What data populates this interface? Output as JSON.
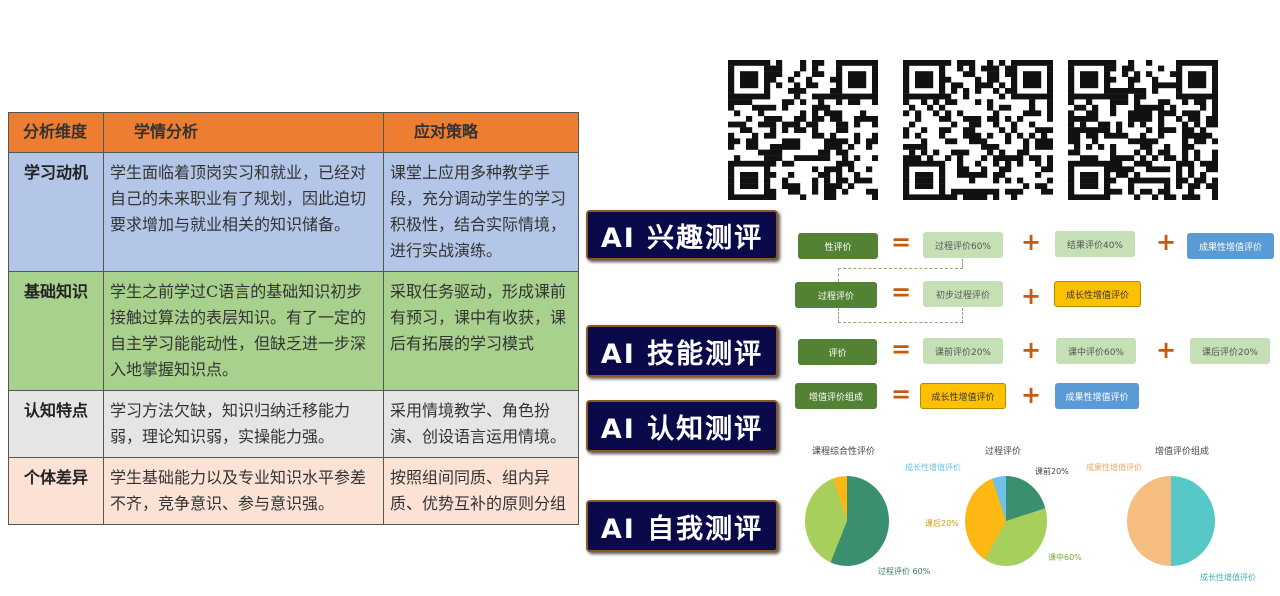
{
  "table": {
    "headers": [
      "分析维度",
      "学情分析",
      "应对策略"
    ],
    "rows": [
      {
        "dimension": "学习动机",
        "analysis": "学生面临着顶岗实习和就业，已经对自己的未来职业有了规划，因此迫切要求增加与就业相关的知识储备。",
        "strategy": "课堂上应用多种教学手段，充分调动学生的学习积极性，结合实际情境，进行实战演练。"
      },
      {
        "dimension": "基础知识",
        "analysis": "学生之前学过C语言的基础知识初步接触过算法的表层知识。有了一定的自主学习能能动性，但缺乏进一步深入地掌握知识点。",
        "strategy": "采取任务驱动，形成课前有预习，课中有收获，课后有拓展的学习模式"
      },
      {
        "dimension": "认知特点",
        "analysis": "学习方法欠缺，知识归纳迁移能力弱，理论知识弱，实操能力强。",
        "strategy": "采用情境教学、角色扮演、创设语言运用情境。"
      },
      {
        "dimension": "个体差异",
        "analysis": "学生基础能力以及专业知识水平参差不齐，竞争意识、参与意识强。",
        "strategy": "按照组间同质、组内异质、优势互补的原则分组"
      }
    ]
  },
  "badges": [
    "AI 兴趣测评",
    "AI 技能测评",
    "AI 认知测评",
    "AI 自我测评"
  ],
  "flow": {
    "row1": [
      "性评价",
      "过程评价60%",
      "结果评价40%",
      "成果性增值评价"
    ],
    "row2": [
      "过程评价",
      "初步过程评价",
      "成长性增值评价"
    ],
    "row3": [
      "评价",
      "课前评价20%",
      "课中评价60%",
      "课后评价20%"
    ],
    "row4": [
      "增值评价组成",
      "成长性增值评价",
      "成果性增值评价"
    ],
    "eq": "=",
    "plus": "+"
  },
  "pies": {
    "titles": [
      "课程综合性评价",
      "过程评价",
      "增值评价组成"
    ],
    "labels1": [
      "过程评价",
      "60%"
    ],
    "labels2": [
      "成长性增值评价",
      "课前20%",
      "课后20%",
      "课中60%"
    ],
    "labels3": [
      "成果性增值评价",
      "成长性增值评价"
    ]
  }
}
